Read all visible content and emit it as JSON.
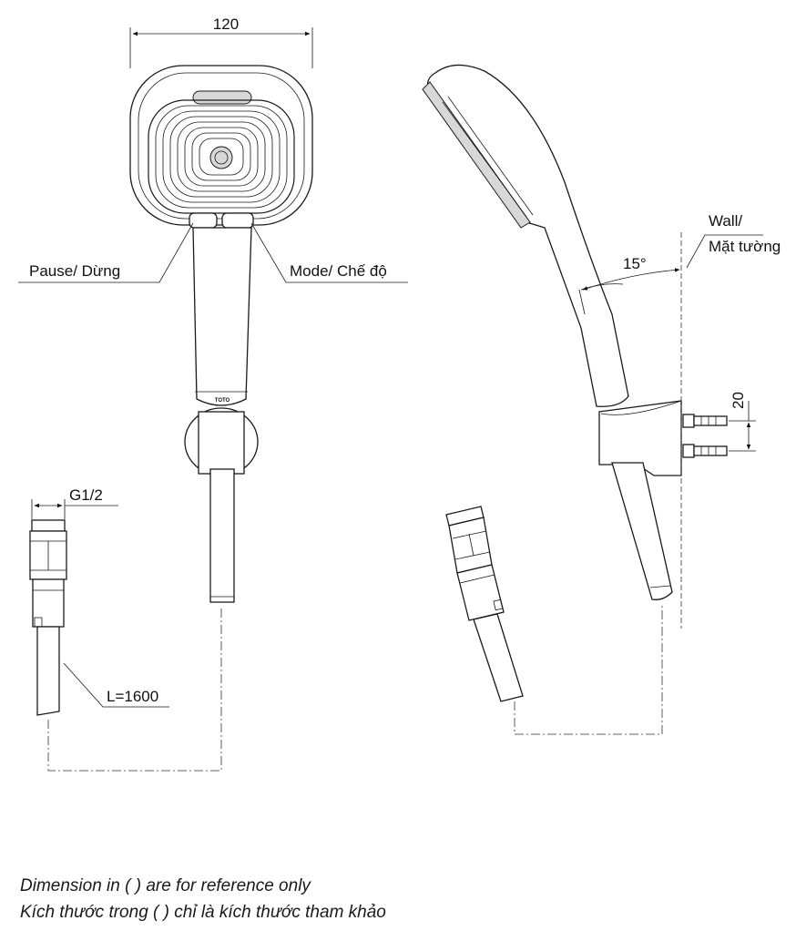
{
  "labels": {
    "width_dim": "120",
    "pause": "Pause/ Dừng",
    "mode": "Mode/ Chế độ",
    "thread": "G1/2",
    "hose_length": "L=1600",
    "angle": "15°",
    "wall_line1": "Wall/",
    "wall_line2": "Mặt tường",
    "offset_dim": "20",
    "brand_mark": "TOTO"
  },
  "notes": {
    "line1": "Dimension in ( ) are for reference only",
    "line2": "Kích thước trong ( ) chỉ là kích thước tham khảo"
  }
}
